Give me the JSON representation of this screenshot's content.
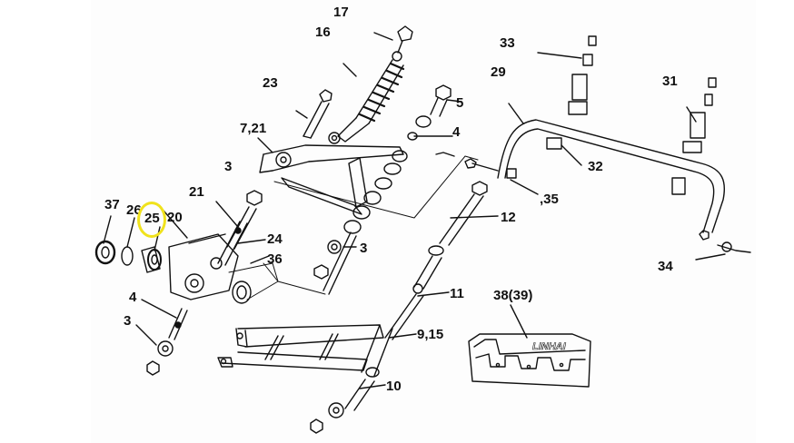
{
  "diagram": {
    "type": "exploded-parts-diagram",
    "highlight_color": "#f0e21c",
    "ink_color": "#111111",
    "highlighted_part": "25",
    "brand_mark": "LINHAI",
    "callouts": {
      "c17": "17",
      "c16": "16",
      "c23": "23",
      "c5": "5",
      "c721": "7,21",
      "c4a": "4",
      "c3a": "3",
      "c21": "21",
      "c37": "37",
      "c26": "26",
      "c25": "25",
      "c20": "20",
      "c24": "24",
      "c36": "36",
      "c3b": "3",
      "c4b": "4",
      "c3c": "3",
      "c33": "33",
      "c29": "29",
      "c31": "31",
      "c32": "32",
      "c35": ",35",
      "c12": "12",
      "c34": "34",
      "c11": "11",
      "c3839": "38(39)",
      "c915": "9,15",
      "c10": "10"
    }
  }
}
